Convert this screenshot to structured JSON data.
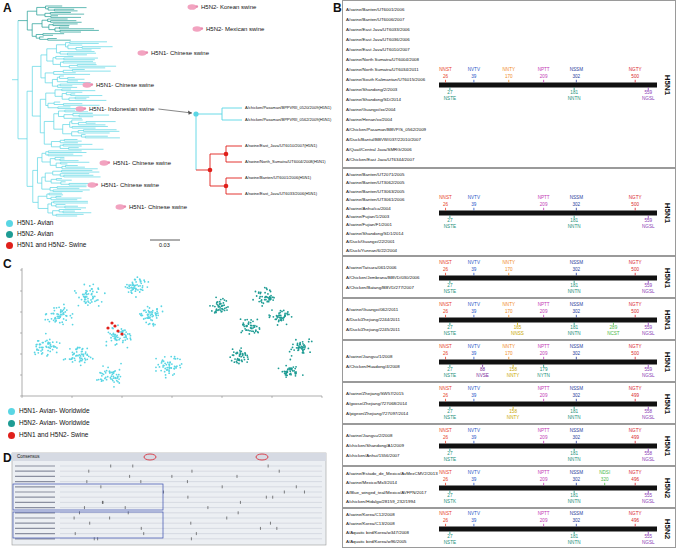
{
  "diagram": {
    "nodes": [
      {
        "text": [
          "A"
        ]
      },
      {
        "text": [
          "B"
        ]
      },
      {
        "text": [
          "C"
        ]
      },
      {
        "text": [
          "D"
        ]
      },
      {
        "text": [
          "H5N1"
        ],
        "in": 1
      },
      {
        "text": [
          "H5N1"
        ],
        "in": 1
      },
      {
        "text": [
          "H5N1"
        ],
        "in": 1
      },
      {
        "text": [
          "H5N1"
        ],
        "in": 1
      },
      {
        "text": [
          "H5N1"
        ],
        "in": 1
      },
      {
        "text": [
          "H5N1"
        ],
        "in": 1
      },
      {
        "text": [
          "H5N1"
        ],
        "in": 1
      },
      {
        "text": [
          "H5N2"
        ],
        "in": 1
      },
      {
        "text": [
          "H5N2"
        ],
        "in": 1
      }
    ],
    "labels": [
      "H5N2- Korean swine",
      "H5N1- Chinese swine",
      "H5N2- Mexican swine",
      "H5N1- Chinese swine",
      "H5N1- Indonesian swine",
      "H5N1- Chinese swine",
      "H5N1- Chinese swine",
      "H5N1- Chinese swine",
      "0.03",
      "A/chicken/Pasaman/BPPVRII_0520/2009(H5N1)",
      "A/chicken/Pasaman/BPPVRII_0562/2009(H5N1)",
      "A/swine/East_Java/UT6010/2007(H5N1)",
      "A/swine/North_Sumatra/UT6004/2008(H5N1)",
      "A/swine/Banten/UT6001/2006(H5N1)",
      "A/swine/East_Java/UT6033/2006(H5N1)",
      "A/swine/Banten/UT6001/2006",
      "A/swine/Banten/UT6006/2007",
      "A/swine/East Java/UT6033/2006",
      "A/swine/East Java/UT6036/2006",
      "A/swine/East Java/UT6010/2007",
      "A/swine/North Sumatra/UT6004/2008",
      "A/swine/North Sumatra/UT6034/2011",
      "A/swine/South Kalimantan/UT6015/2006",
      "A/swine/Shandong/2/2003",
      "A/swine/Shandong/SD/2014",
      "A/swine/Guangxi/xx/2004",
      "A/swine/Henan/xx/2004",
      "A/Chicken/Pasaman/BBVP/S_0562/2009",
      "A/Duck/Bantul/BBVW/037/22010/2007",
      "A/Quail/Central Java/SMRG/2006",
      "A/Chicken/East Java/UT6344/2007",
      "NNST",
      "26",
      "NVTV",
      "39",
      "NNTY",
      "170",
      "NPTT",
      "209",
      "NSSM",
      "302",
      "NGTY",
      "500",
      "27",
      "NSTE",
      "181",
      "NNTN",
      "559",
      "NGSL",
      "A/swine/Banten/UT2071/2005",
      "A/swine/Banten/UT3062/2005",
      "A/swine/Banten/UT3063/2005",
      "A/swine/Banten/UT3061/2006",
      "A/swine/Anhui/ca/2004",
      "A/swine/Fujian/1/2003",
      "A/swine/Fujian/F1/2001",
      "A/swine/Shandong/SD1/2014",
      "A/Duck/Guangxi/22/2001",
      "A/Duck/Yunnan/6/22/2004",
      "NNST",
      "26",
      "NVTV",
      "39",
      "NPTT",
      "209",
      "NSSM",
      "302",
      "NGTY",
      "500",
      "27",
      "NSTE",
      "181",
      "NNTN",
      "559",
      "NGSL",
      "A/swine/Tatsura/061/2006",
      "A/Chicken/Jembrana/BBVD/030/2006",
      "A/Chicken/Batang/BBVD/277/2007",
      "NNST",
      "26",
      "NVTV",
      "39",
      "NNTY",
      "170",
      "NSSM",
      "302",
      "NGTY",
      "500",
      "27",
      "NSTE",
      "181",
      "NNTN",
      "559",
      "NGSL",
      "A/swine/Guangxi/062/2011",
      "A/Duck/Zhejiang/2244/2011",
      "A/Duck/Zhejiang/2245/2011",
      "NNST",
      "26",
      "NVTV",
      "39",
      "NNTY",
      "170",
      "NPTT",
      "209",
      "NSSM",
      "302",
      "NGTY",
      "500",
      "27",
      "NSTE",
      "165",
      "NNSS",
      "181",
      "NNTN",
      "289",
      "NCST",
      "559",
      "NGSL",
      "A/swine/Jiangsu/1/2008",
      "A/Chicken/Huadong/4/2008",
      "NNST",
      "26",
      "NVTV",
      "39",
      "NNTY",
      "170",
      "NPTT",
      "209",
      "NSSM",
      "302",
      "NGTY",
      "500",
      "27",
      "NSTE",
      "88",
      "NVSE",
      "158",
      "NNTY",
      "179",
      "NYTN",
      "559",
      "NGSL",
      "A/swine/Zhejiang/SW57/2015",
      "A/goose/Zhejiang/727068/2014",
      "A/pigeon/Zhejiang/727097/2014",
      "NNST",
      "26",
      "NVTV",
      "39",
      "NPTT",
      "209",
      "NSSM",
      "302",
      "NGTY",
      "499",
      "27",
      "NSTE",
      "158",
      "NNTY",
      "181",
      "NNTN",
      "558",
      "NGSL",
      "A/swine/Jiangsu/2/2008",
      "A/chicken/Shandong/A1/2009",
      "A/chicken/Anhui/1556/2007",
      "NNST",
      "26",
      "NVTV",
      "39",
      "NPTT",
      "209",
      "NSSM",
      "302",
      "NGTY",
      "499",
      "27",
      "NSTE",
      "181",
      "NNTN",
      "558",
      "NGSL",
      "A/swine/Estado_de_Mexico/AvMexCMV2/2013",
      "A/swine/Mexico/Mx3/2014",
      "A/Blue_winged_teal/Mexico/AVFPN/2017",
      "A/chicken/Hidalgo/28159_232/1994",
      "NNST",
      "26",
      "NVTV",
      "39",
      "NPTT",
      "209",
      "NSSM",
      "302",
      "NDSI",
      "320",
      "NGTY",
      "496",
      "27",
      "NSTK",
      "181",
      "NNTN",
      "555",
      "NGSL",
      "A/swine/Korea/C12/2008",
      "A/swine/Korea/C13/2008",
      "A/Aquatic bird/Korea/w347/2008",
      "A/Aquatic bird/Korea/w96/2005",
      "NNST",
      "26",
      "NVTV",
      "39",
      "NPTT",
      "209",
      "NSSM",
      "302",
      "NGTY",
      "496",
      "27",
      "NSTE",
      "181",
      "NNTN",
      "555",
      "NGSL",
      "Consensus"
    ],
    "legend": [
      {
        "text": "H5N1- Avian",
        "color": "#5ad6e4"
      },
      {
        "text": "H5N2- Avian",
        "color": "#1e9c94"
      },
      {
        "text": "H5N1 and H5N2- Swine",
        "color": "#e0201b"
      },
      {
        "text": "H5N1- Avian- Worldwide",
        "color": "#5ad6e4"
      },
      {
        "text": "H5N2- Avian- Worldwide",
        "color": "#1e9c94"
      },
      {
        "text": "H5N1 and H5N2- Swine",
        "color": "#e0201b"
      }
    ]
  }
}
